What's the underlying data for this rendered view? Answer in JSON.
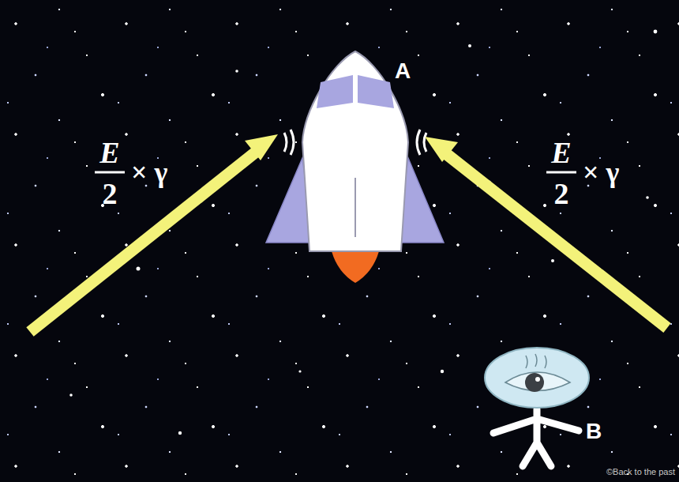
{
  "diagram": {
    "labels": [
      "A",
      "E",
      "2",
      "× γ",
      "E",
      "2",
      "× γ",
      "B",
      "©Back to the past"
    ]
  }
}
